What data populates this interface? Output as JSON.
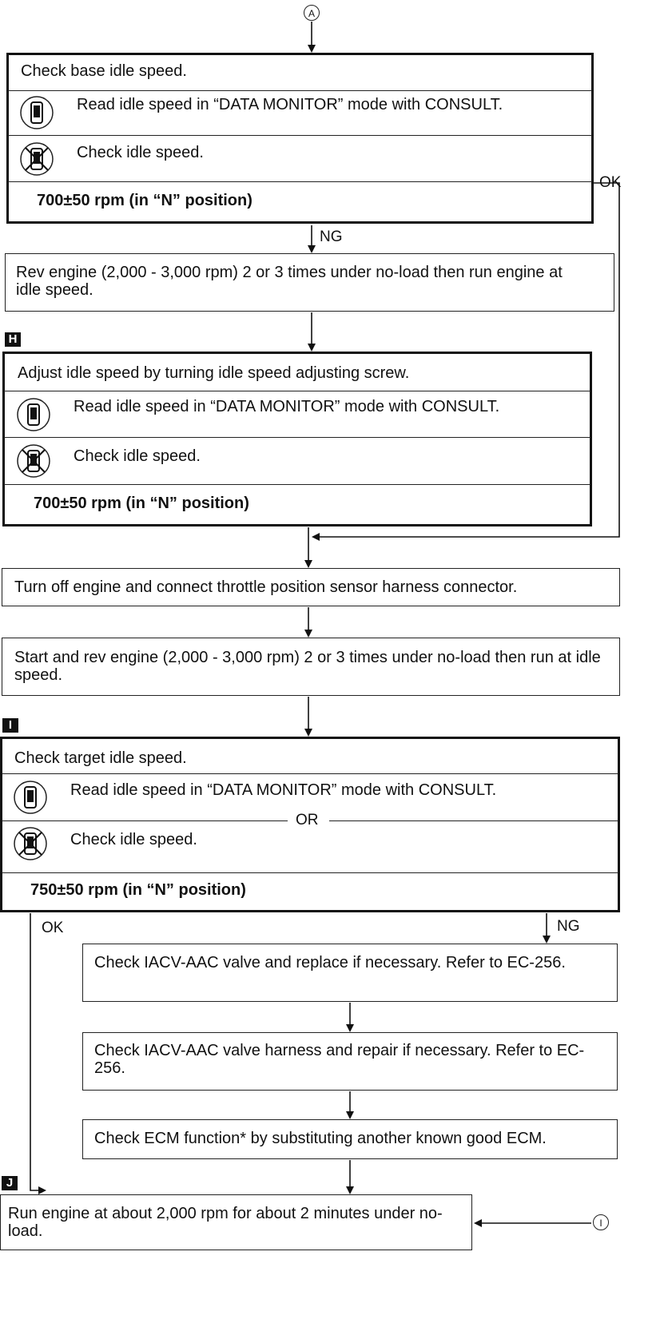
{
  "connectors": {
    "top_ref": "A",
    "side_ref": "I"
  },
  "check_base": {
    "title": "Check base idle speed.",
    "consult_text": "Read idle speed in “DATA MONITOR” mode with CONSULT.",
    "manual_text": "Check idle speed.",
    "spec": "700±50 rpm (in “N” position)",
    "ok_label": "OK",
    "ng_label": "NG"
  },
  "rev_engine": {
    "text": "Rev engine (2,000 - 3,000 rpm) 2 or 3 times under no-load then run engine at idle speed."
  },
  "adjust": {
    "marker": "H",
    "title": "Adjust idle speed by turning idle speed adjusting screw.",
    "consult_text": "Read idle speed in “DATA MONITOR” mode with CONSULT.",
    "manual_text": "Check idle speed.",
    "spec": "700±50 rpm (in “N” position)"
  },
  "turn_off": {
    "text": "Turn off engine and connect throttle position sensor harness connector."
  },
  "start_rev": {
    "text": "Start and rev engine (2,000 - 3,000 rpm) 2 or 3 times under no-load then run at idle speed."
  },
  "check_target": {
    "marker": "I",
    "title": "Check target idle speed.",
    "consult_text": "Read idle speed in “DATA MONITOR” mode with CONSULT.",
    "or_label": "OR",
    "manual_text": "Check idle speed.",
    "spec": "750±50 rpm (in “N” position)",
    "ok_label": "OK",
    "ng_label": "NG"
  },
  "iacv_valve": {
    "text": "Check IACV-AAC valve and replace if necessary. Refer to EC-256."
  },
  "iacv_harness": {
    "text": "Check IACV-AAC valve harness and repair if necessary. Refer to EC-256."
  },
  "ecm": {
    "text": "Check ECM function* by substituting another known good ECM."
  },
  "run_engine": {
    "marker": "J",
    "text": "Run engine at about 2,000 rpm for about 2 minutes under no-load."
  }
}
